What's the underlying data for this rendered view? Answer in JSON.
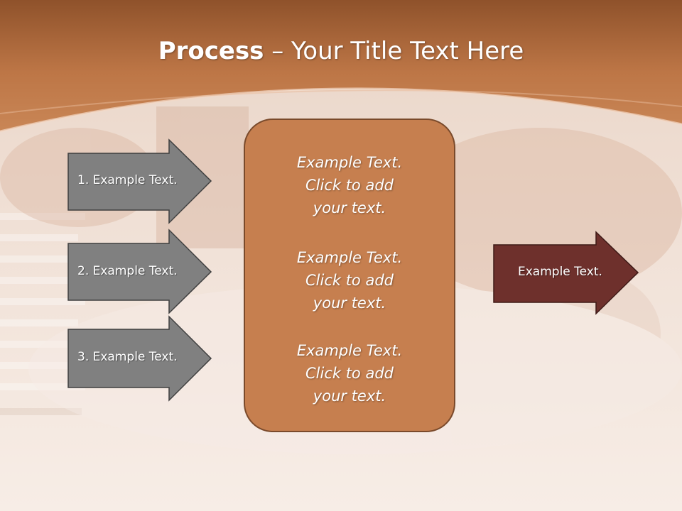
{
  "slide": {
    "title_bold": "Process",
    "title_rest": " – Your Title Text Here",
    "left_arrows": [
      {
        "label": "1. Example Text."
      },
      {
        "label": "2. Example Text."
      },
      {
        "label": "3. Example Text."
      }
    ],
    "center_box": {
      "paragraphs": [
        {
          "line1": "Example Text.",
          "line2": "Click  to add",
          "line3": "your text."
        },
        {
          "line1": "Example Text.",
          "line2": "Click  to add",
          "line3": "your text."
        },
        {
          "line1": "Example Text.",
          "line2": "Click  to add",
          "line3": "your text."
        }
      ]
    },
    "right_arrow": {
      "label": "Example Text."
    }
  },
  "colors": {
    "header": "#b8703f",
    "gray_arrow": "#808080",
    "center_box": "#c67f4f",
    "right_arrow": "#6e302c"
  }
}
